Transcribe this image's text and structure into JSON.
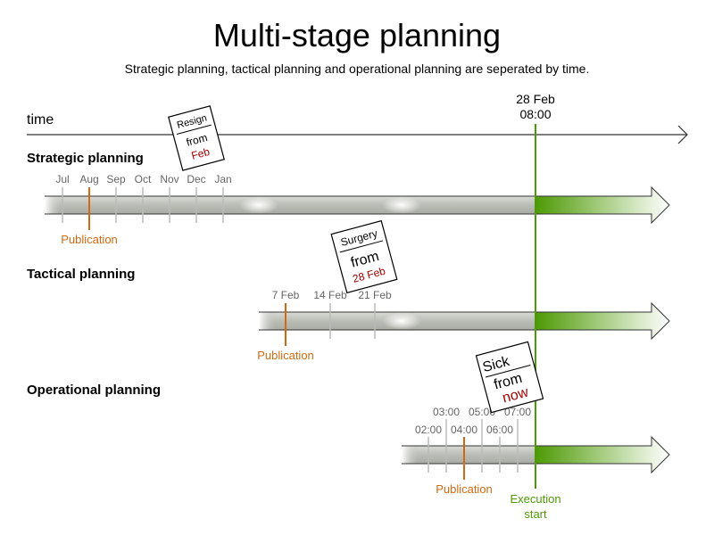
{
  "title": "Multi-stage planning",
  "subtitle": "Strategic planning, tactical planning and operational planning are seperated by time.",
  "time_label": "time",
  "execution": {
    "date": "28 Feb",
    "time": "08:00",
    "label_line1": "Execution",
    "label_line2": "start"
  },
  "colors": {
    "publication": "#d06a12",
    "execution": "#4e9a06",
    "red": "#a40000",
    "tick": "#bbbbbb",
    "bar": "#babdb6"
  },
  "stages": [
    {
      "name": "Strategic planning",
      "ticks": [
        "Jul",
        "Aug",
        "Sep",
        "Oct",
        "Nov",
        "Dec",
        "Jan"
      ],
      "publication_label": "Publication",
      "card": {
        "line1": "Resign",
        "line2": "from",
        "line3": "Feb"
      }
    },
    {
      "name": "Tactical planning",
      "ticks": [
        "7 Feb",
        "14 Feb",
        "21 Feb"
      ],
      "publication_label": "Publication",
      "card": {
        "line1": "Surgery",
        "line2": "from",
        "line3": "28 Feb"
      }
    },
    {
      "name": "Operational planning",
      "ticks": [
        "02:00",
        "03:00",
        "04:00",
        "05:00",
        "06:00",
        "07:00"
      ],
      "publication_label": "Publication",
      "card": {
        "line1": "Sick",
        "line2": "from",
        "line3": "now"
      }
    }
  ]
}
